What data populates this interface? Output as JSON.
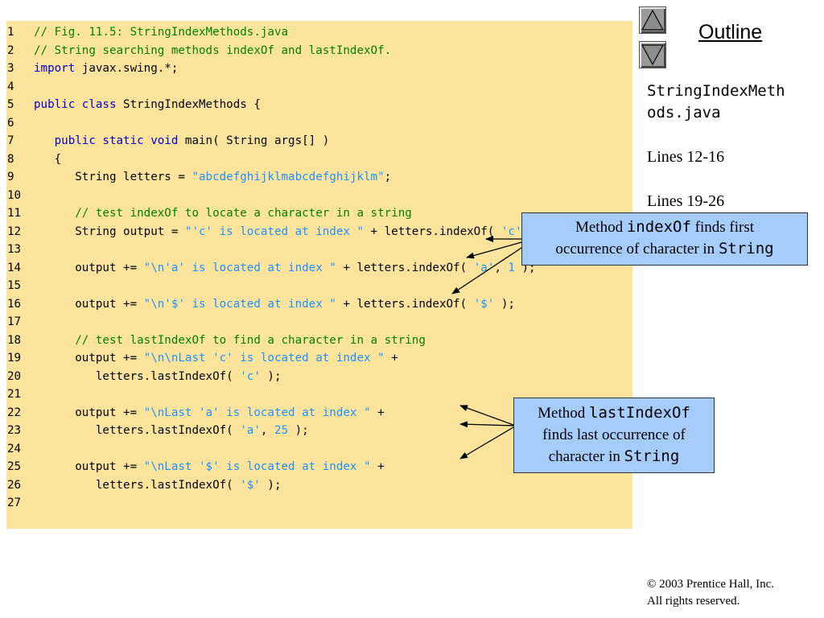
{
  "outline": {
    "title": "Outline",
    "file_name": "StringIndexMeth\nods.java",
    "lines_a": "Lines 12-16",
    "lines_b": "Lines 19-26"
  },
  "navigation": {
    "up_icon": "triangle-up-icon",
    "down_icon": "triangle-down-icon"
  },
  "code_lines": [
    {
      "n": "1",
      "segs": [
        {
          "t": "// Fig. 11.5: StringIndexMethods.java",
          "c": "cm"
        }
      ]
    },
    {
      "n": "2",
      "segs": [
        {
          "t": "// String searching methods indexOf and lastIndexOf.",
          "c": "cm"
        }
      ]
    },
    {
      "n": "3",
      "segs": [
        {
          "t": "import",
          "c": "kw"
        },
        {
          "t": " javax.swing.*;",
          "c": ""
        }
      ]
    },
    {
      "n": "4",
      "segs": []
    },
    {
      "n": "5",
      "segs": [
        {
          "t": "public class",
          "c": "kw"
        },
        {
          "t": " StringIndexMethods {",
          "c": ""
        }
      ]
    },
    {
      "n": "6",
      "segs": []
    },
    {
      "n": "7",
      "segs": [
        {
          "t": "   ",
          "c": ""
        },
        {
          "t": "public static void",
          "c": "kw"
        },
        {
          "t": " main( String args[] )",
          "c": ""
        }
      ]
    },
    {
      "n": "8",
      "segs": [
        {
          "t": "   {",
          "c": ""
        }
      ]
    },
    {
      "n": "9",
      "segs": [
        {
          "t": "      String letters = ",
          "c": ""
        },
        {
          "t": "\"abcdefghijklmabcdefghijklm\"",
          "c": "st"
        },
        {
          "t": ";",
          "c": ""
        }
      ]
    },
    {
      "n": "10",
      "segs": []
    },
    {
      "n": "11",
      "segs": [
        {
          "t": "      ",
          "c": ""
        },
        {
          "t": "// test indexOf to locate a character in a string",
          "c": "cm"
        }
      ]
    },
    {
      "n": "12",
      "segs": [
        {
          "t": "      String output = ",
          "c": ""
        },
        {
          "t": "\"'c' is located at index \"",
          "c": "st"
        },
        {
          "t": " + letters.indexOf( ",
          "c": ""
        },
        {
          "t": "'c'",
          "c": "st"
        },
        {
          "t": " );",
          "c": ""
        }
      ]
    },
    {
      "n": "13",
      "segs": []
    },
    {
      "n": "14",
      "segs": [
        {
          "t": "      output += ",
          "c": ""
        },
        {
          "t": "\"\\n'a' is located at index \"",
          "c": "st"
        },
        {
          "t": " + letters.indexOf( ",
          "c": ""
        },
        {
          "t": "'a'",
          "c": "st"
        },
        {
          "t": ", ",
          "c": ""
        },
        {
          "t": "1",
          "c": "st"
        },
        {
          "t": " );",
          "c": ""
        }
      ]
    },
    {
      "n": "15",
      "segs": []
    },
    {
      "n": "16",
      "segs": [
        {
          "t": "      output += ",
          "c": ""
        },
        {
          "t": "\"\\n'$' is located at index \"",
          "c": "st"
        },
        {
          "t": " + letters.indexOf( ",
          "c": ""
        },
        {
          "t": "'$'",
          "c": "st"
        },
        {
          "t": " );",
          "c": ""
        }
      ]
    },
    {
      "n": "17",
      "segs": []
    },
    {
      "n": "18",
      "segs": [
        {
          "t": "      ",
          "c": ""
        },
        {
          "t": "// test lastIndexOf to find a character in a string",
          "c": "cm"
        }
      ]
    },
    {
      "n": "19",
      "segs": [
        {
          "t": "      output += ",
          "c": ""
        },
        {
          "t": "\"\\n\\nLast 'c' is located at index \"",
          "c": "st"
        },
        {
          "t": " +",
          "c": ""
        }
      ]
    },
    {
      "n": "20",
      "segs": [
        {
          "t": "         letters.lastIndexOf( ",
          "c": ""
        },
        {
          "t": "'c'",
          "c": "st"
        },
        {
          "t": " );",
          "c": ""
        }
      ]
    },
    {
      "n": "21",
      "segs": []
    },
    {
      "n": "22",
      "segs": [
        {
          "t": "      output += ",
          "c": ""
        },
        {
          "t": "\"\\nLast 'a' is located at index \"",
          "c": "st"
        },
        {
          "t": " +",
          "c": ""
        }
      ]
    },
    {
      "n": "23",
      "segs": [
        {
          "t": "         letters.lastIndexOf( ",
          "c": ""
        },
        {
          "t": "'a'",
          "c": "st"
        },
        {
          "t": ", ",
          "c": ""
        },
        {
          "t": "25",
          "c": "st"
        },
        {
          "t": " );",
          "c": ""
        }
      ]
    },
    {
      "n": "24",
      "segs": []
    },
    {
      "n": "25",
      "segs": [
        {
          "t": "      output += ",
          "c": ""
        },
        {
          "t": "\"\\nLast '$' is located at index \"",
          "c": "st"
        },
        {
          "t": " +",
          "c": ""
        }
      ]
    },
    {
      "n": "26",
      "segs": [
        {
          "t": "         letters.lastIndexOf( ",
          "c": ""
        },
        {
          "t": "'$'",
          "c": "st"
        },
        {
          "t": " );",
          "c": ""
        }
      ]
    },
    {
      "n": "27",
      "segs": []
    }
  ],
  "callout_indexof": {
    "l1_a": "Method ",
    "l1_mono": "indexOf",
    "l1_b": " finds first",
    "l2_a": "occurrence of character in ",
    "l2_mono": "String"
  },
  "callout_lastindexof": {
    "l1_a": "Method ",
    "l1_mono": "lastIndexOf",
    "l2": "finds last occurrence of",
    "l3_a": "character in ",
    "l3_mono": "String"
  },
  "copyright": {
    "line1": "© 2003 Prentice Hall, Inc.",
    "line2": "All rights reserved."
  },
  "colors": {
    "code_background": "#fde49c",
    "keyword": "#0000cc",
    "comment": "#008000",
    "string_literal": "#1e90ff",
    "callout_background": "#a6ccfb"
  }
}
